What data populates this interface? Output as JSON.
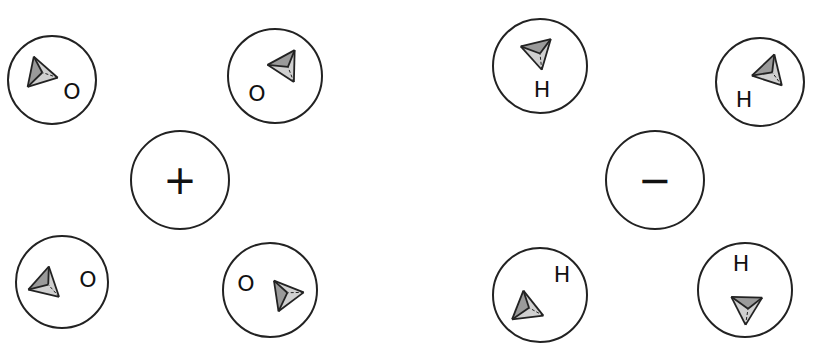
{
  "diagram": {
    "nodes": [
      {
        "text": [
          "O"
        ]
      },
      {
        "text": [
          "O"
        ]
      },
      {
        "text": [
          "+"
        ]
      },
      {
        "text": [
          "O"
        ]
      },
      {
        "text": [
          "O"
        ]
      },
      {
        "text": [
          "H"
        ]
      },
      {
        "text": [
          "H"
        ]
      },
      {
        "text": [
          "−"
        ]
      },
      {
        "text": [
          "H"
        ]
      },
      {
        "text": [
          "H"
        ]
      }
    ]
  }
}
